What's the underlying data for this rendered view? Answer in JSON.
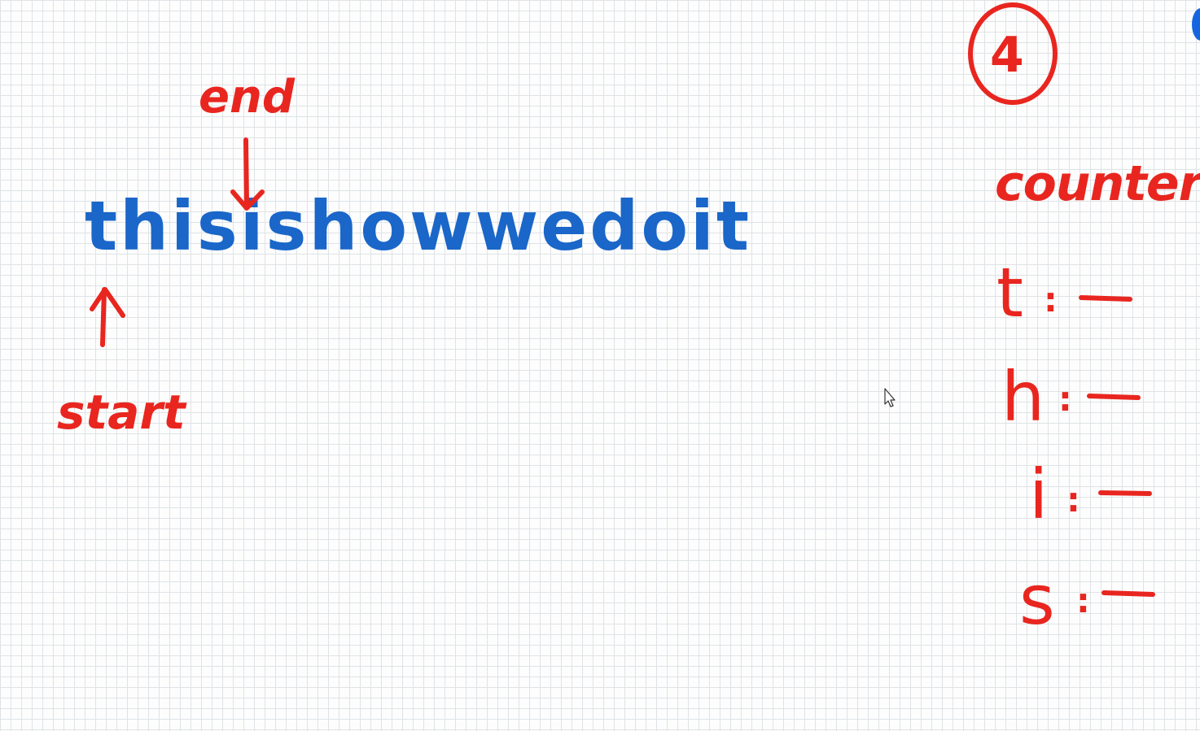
{
  "sentence": "thisishowwedoit",
  "labels": {
    "start": "start",
    "end": "end",
    "step_number": "4",
    "counter_title": "counter"
  },
  "counter_rows": [
    {
      "letter": "t",
      "separator": ":"
    },
    {
      "letter": "h",
      "separator": ":"
    },
    {
      "letter": "i",
      "separator": ":"
    },
    {
      "letter": "s",
      "separator": ":"
    }
  ],
  "colors": {
    "ink_red": "#e8261f",
    "ink_blue": "#1a66c9",
    "grid": "#dfe3e6",
    "background": "#fdfdfd"
  },
  "icons": [
    "arrow-down-icon",
    "arrow-up-icon",
    "circle-annotation-icon",
    "mouse-cursor-icon"
  ]
}
